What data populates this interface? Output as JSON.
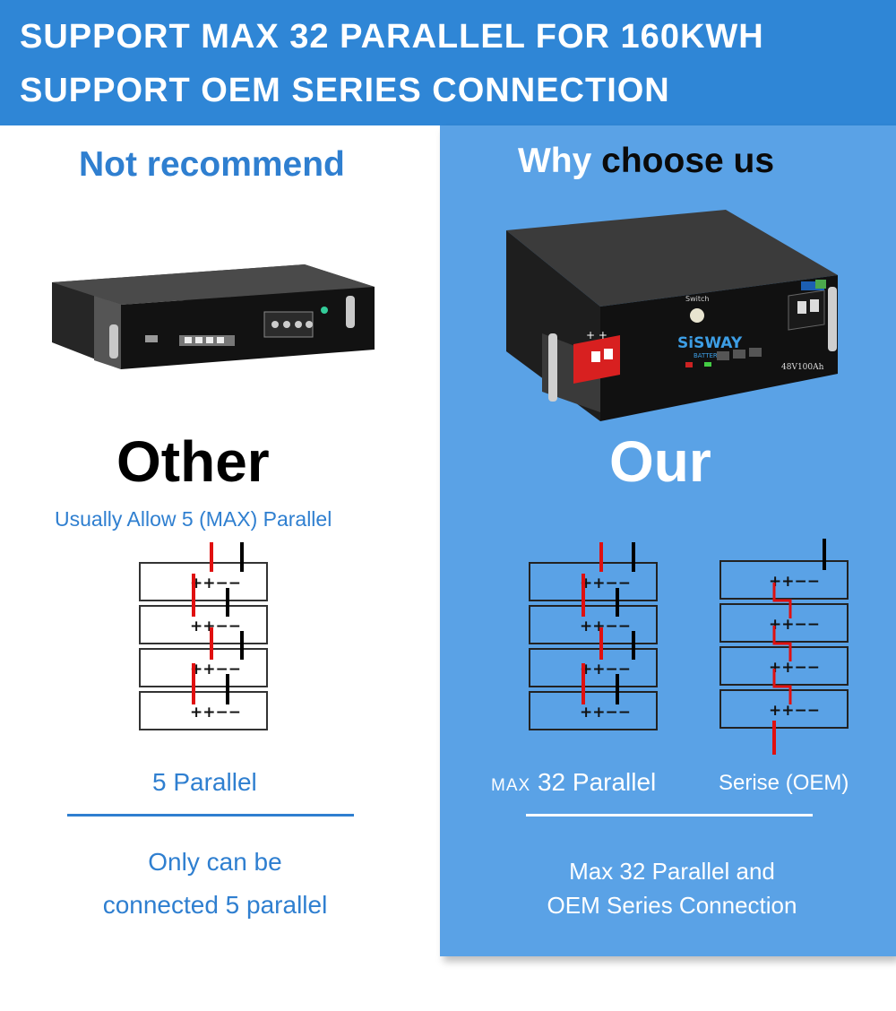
{
  "banner": {
    "line1": "SUPPORT MAX 32 PARALLEL FOR 160KWH",
    "line2": "SUPPORT OEM SERIES CONNECTION"
  },
  "left": {
    "heading": "Not recommend",
    "title": "Other",
    "subtitle": "Usually Allow 5 (MAX) Parallel",
    "caption": "5 Parallel",
    "description_line1": "Only can be",
    "description_line2": "connected 5 parallel"
  },
  "right": {
    "heading_part1": "Why ",
    "heading_part2": "choose us",
    "title": "Our",
    "caption_small": "MAX",
    "caption_main": " 32 Parallel",
    "caption_oem": "Serise (OEM)",
    "description_line1": "Max 32 Parallel and",
    "description_line2": "OEM Series Connection"
  },
  "product": {
    "brand": "SiSWAY",
    "brand_sub": "BATTERY",
    "model": "48V100Ah",
    "switch_label": "Switch"
  },
  "terminals": {
    "label": "++−−"
  },
  "colors": {
    "banner": "#2f86d6",
    "panel": "#5aa2e6",
    "accent_text": "#2f7fd0",
    "positive_wire": "#e01010",
    "negative_wire": "#000000"
  }
}
